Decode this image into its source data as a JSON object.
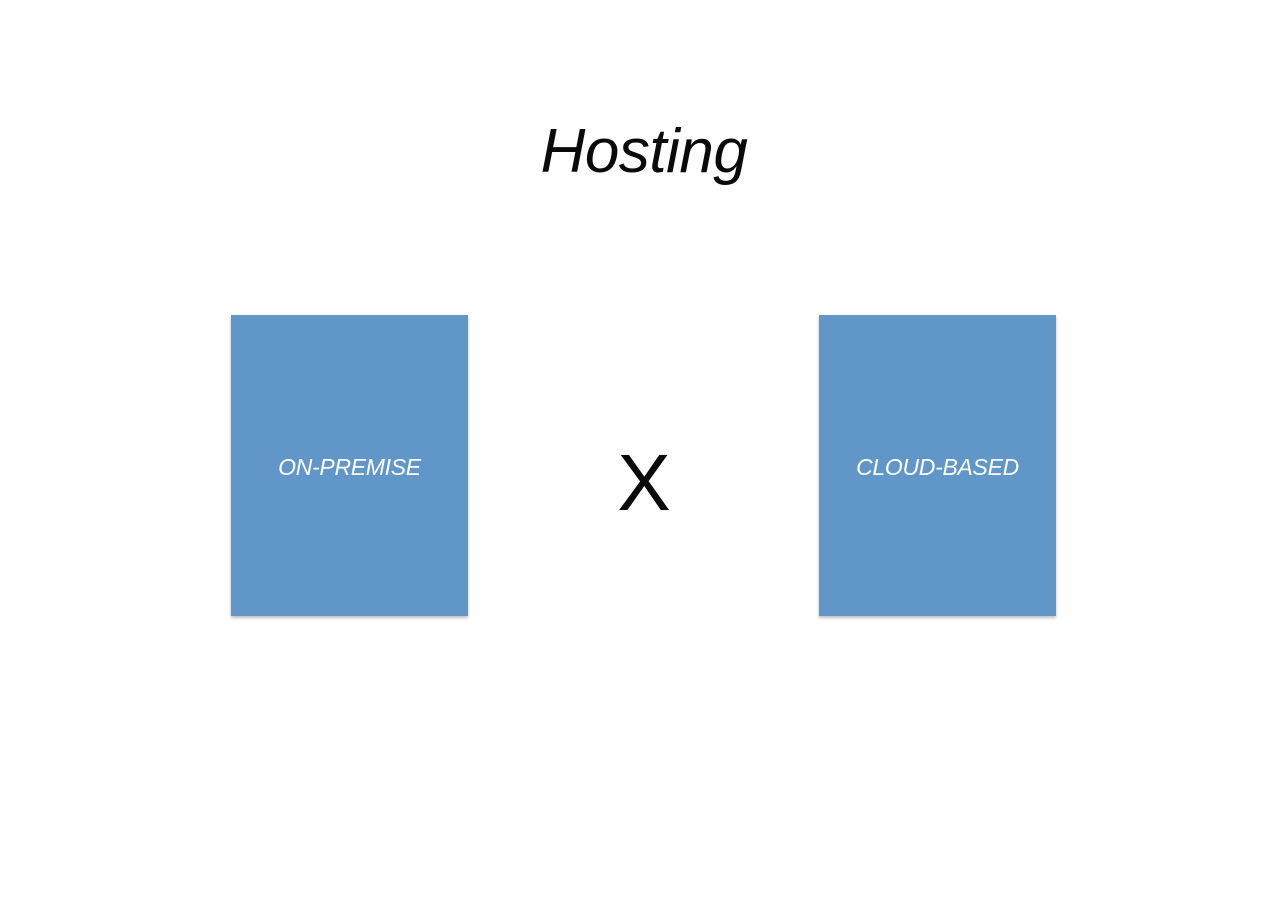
{
  "slide": {
    "title": "Hosting",
    "left_option": "ON-PREMISE",
    "separator": "X",
    "right_option": "CLOUD-BASED"
  },
  "colors": {
    "box_fill": "#6196c8",
    "box_text": "#ffffff",
    "title_text": "#0a0a0a",
    "background": "#fefefe"
  }
}
